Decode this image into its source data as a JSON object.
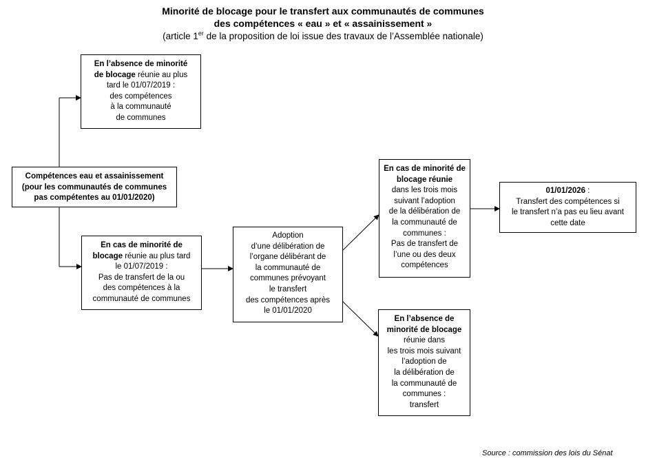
{
  "title": {
    "line1": "Minorité de blocage pour le transfert aux communautés de communes",
    "line2": "des compétences « eau » et « assainissement »",
    "line3_before": "(article 1",
    "line3_sup": "er",
    "line3_after": " de la proposition de loi issue des travaux de l’Assemblée nationale)"
  },
  "nodes": {
    "start": {
      "line1": "Compétences eau et assainissement",
      "line2": "(pour les communautés de communes",
      "line3": "pas compétentes au 01/01/2020)"
    },
    "absence_2019": {
      "bold1": "En l’absence de minorité",
      "bold2": "de blocage",
      "rest2": " réunie au plus",
      "line3": "tard le 01/07/2019 :",
      "line4": "des compétences",
      "line5": "à la communauté",
      "line6": "de communes"
    },
    "minorite_2019": {
      "bold1": "En cas de minorité de",
      "bold2": "blocage",
      "rest2": " réunie au plus tard",
      "line3": "le 01/07/2019 :",
      "line4": "Pas de transfert de la ou",
      "line5": "des compétences à la",
      "line6": "communauté de communes"
    },
    "adoption": {
      "line1": "Adoption",
      "line2": "d’une délibération de",
      "line3": "l’organe délibérant de",
      "line4": "la communauté de",
      "line5": "communes prévoyant",
      "line6": "le transfert",
      "line7": "des compétences après",
      "line8": "le 01/01/2020"
    },
    "minorite_3mois": {
      "bold1": "En cas de minorité de",
      "bold2": "blocage réunie",
      "line3": "dans les trois mois",
      "line4": "suivant l’adoption",
      "line5": "de la délibération de",
      "line6": "la communauté de",
      "line7": "communes :",
      "line8": "Pas de transfert de",
      "line9": "l’une ou des deux",
      "line10": "compétences"
    },
    "absence_3mois": {
      "bold1": "En l’absence de",
      "bold2": "minorité de blocage",
      "line3": "réunie dans",
      "line4": "les trois mois suivant",
      "line5": "l’adoption de",
      "line6": "la délibération de",
      "line7": "la communauté de",
      "line8": "communes :",
      "line9": "transfert"
    },
    "date_2026": {
      "bold1": "01/01/2026",
      "rest1": " :",
      "line2": "Transfert des compétences si",
      "line3": "le transfert n’a pas eu lieu avant",
      "line4": "cette date"
    }
  },
  "source": "Source : commission des lois du Sénat"
}
